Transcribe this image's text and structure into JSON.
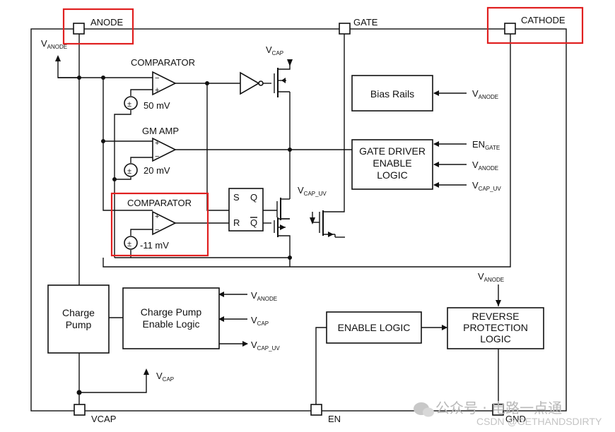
{
  "pins": {
    "anode": "ANODE",
    "gate": "GATE",
    "cathode": "CATHODE",
    "vcap": "VCAP",
    "en": "EN",
    "gnd": "GND"
  },
  "comparator1": {
    "label": "COMPARATOR",
    "offset": "50 mV"
  },
  "gm_amp": {
    "label": "GM AMP",
    "offset": "20 mV"
  },
  "comparator2": {
    "label": "COMPARATOR",
    "offset": "-11 mV"
  },
  "source_symbol": "±",
  "latch": {
    "s": "S",
    "q": "Q",
    "r": "R",
    "qbar": "Q"
  },
  "bias_rails": {
    "label": "Bias Rails"
  },
  "gate_driver": {
    "line1": "GATE DRIVER",
    "line2": "ENABLE",
    "line3": "LOGIC"
  },
  "charge_pump": {
    "line1": "Charge",
    "line2": "Pump"
  },
  "charge_pump_logic": {
    "line1": "Charge Pump",
    "line2": "Enable Logic"
  },
  "enable_logic": {
    "label": "ENABLE LOGIC"
  },
  "reverse_protection": {
    "line1": "REVERSE",
    "line2": "PROTECTION",
    "line3": "LOGIC"
  },
  "signals": {
    "v": "V",
    "anode_sub": "ANODE",
    "cap_sub": "CAP",
    "cap_uv_sub": "CAP_UV",
    "en_prefix": "EN",
    "gate_sub": "GATE"
  },
  "watermark": {
    "wechat": "公众号 · 电路一点通",
    "csdn": "CSDN @GETHANDSDIRTY"
  },
  "colors": {
    "line": "#111111",
    "highlight": "#e02020",
    "watermark": "#b8b8b8"
  }
}
